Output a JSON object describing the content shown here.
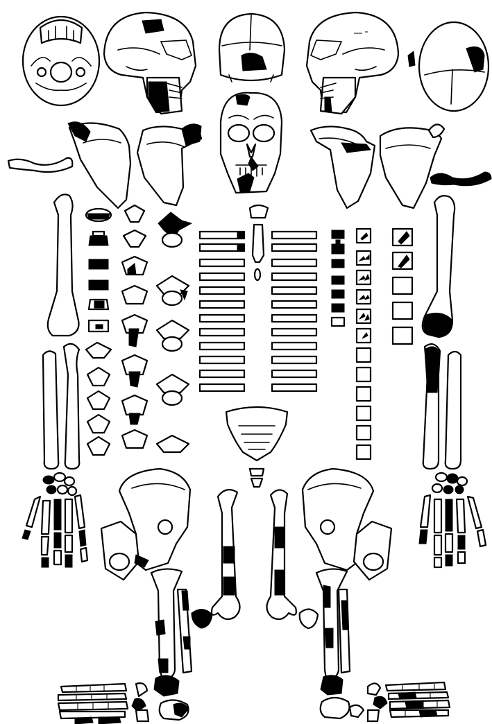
{
  "diagram": {
    "type": "skeletal-inventory-chart",
    "colors": {
      "outline": "#000000",
      "present": "#000000",
      "background": "#ffffff"
    },
    "regions": {
      "skull": {
        "views": [
          "inferior",
          "left-lateral",
          "posterior",
          "right-lateral",
          "superior",
          "anterior"
        ]
      },
      "shoulder_girdle": {
        "elements": [
          "right-clavicle",
          "right-scapula",
          "left-scapula",
          "left-clavicle"
        ]
      },
      "vertebral_column": {
        "cervical": 7,
        "thoracic": 12,
        "lumbar": 5
      },
      "thorax": {
        "ribs_per_side": 12,
        "sternum": true
      },
      "ribs_fragments": {
        "left_column_count": 7,
        "middle_column_count": 12,
        "right_column_count": 5
      },
      "upper_limbs": [
        "humerus",
        "radius",
        "ulna",
        "hand"
      ],
      "pelvis": [
        "sacrum",
        "coccyx",
        "os-coxae"
      ],
      "lower_limbs": [
        "femur",
        "patella",
        "tibia",
        "fibula",
        "foot"
      ]
    }
  }
}
